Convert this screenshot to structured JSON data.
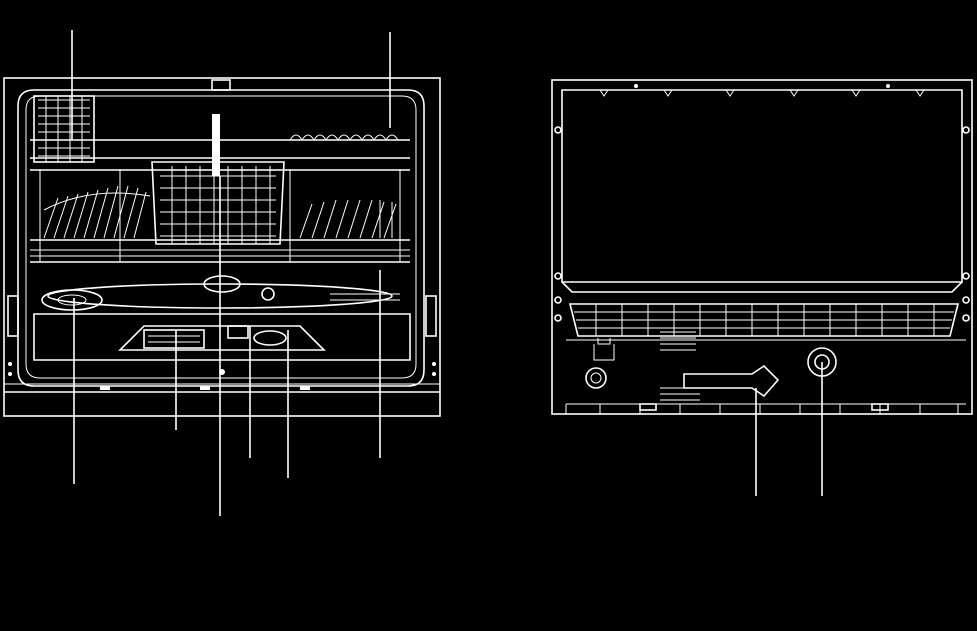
{
  "colors": {
    "background": "#000000",
    "line": "#ffffff"
  },
  "views": [
    {
      "id": "front",
      "icon": "dishwasher-front-view"
    },
    {
      "id": "rear",
      "icon": "dishwasher-rear-view"
    }
  ],
  "callouts": {
    "count": 11
  }
}
